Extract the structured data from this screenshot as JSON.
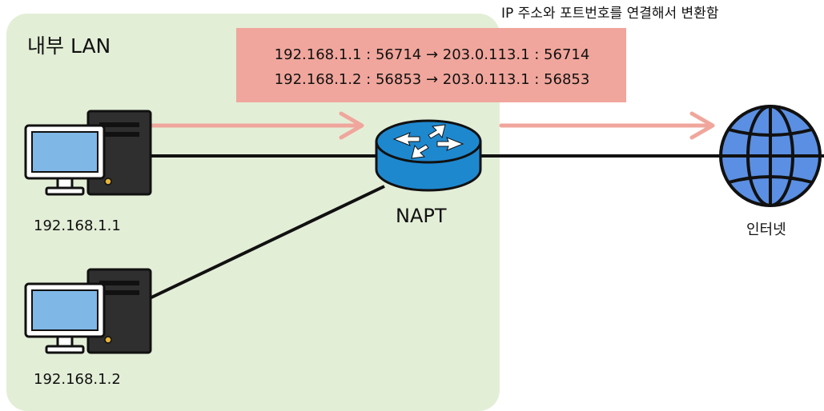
{
  "lan": {
    "label": "내부 LAN"
  },
  "note": "IP 주소와 포트번호를 연결해서 변환함",
  "mapping": [
    {
      "text": "192.168.1.1 : 56714  →  203.0.113.1 : 56714"
    },
    {
      "text": "192.168.1.2 : 56853  →  203.0.113.1 : 56853"
    }
  ],
  "hosts": [
    {
      "ip": "192.168.1.1",
      "icon": "desktop-computer-icon"
    },
    {
      "ip": "192.168.1.2",
      "icon": "desktop-computer-icon"
    }
  ],
  "router": {
    "label": "NAPT",
    "icon": "router-icon"
  },
  "internet": {
    "label": "인터넷",
    "icon": "globe-icon"
  },
  "colors": {
    "lan_zone": "#e3eed7",
    "table_box": "#f0a69c",
    "arrow": "#f0a69c",
    "router_blue": "#1e88cf",
    "globe_blue": "#5b8fe3",
    "screen_blue": "#7fb7e6"
  }
}
